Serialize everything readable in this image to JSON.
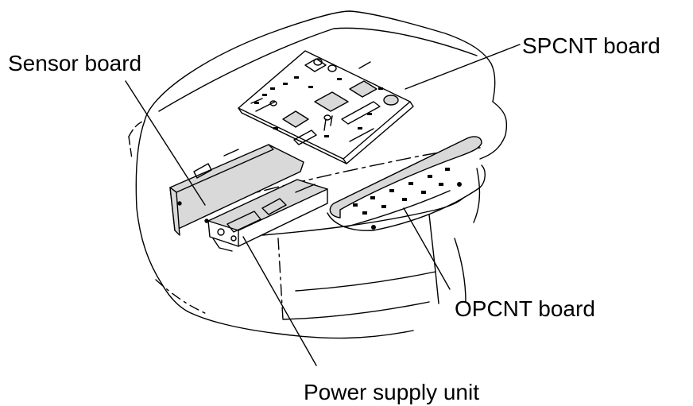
{
  "labels": {
    "sensor_board": "Sensor board",
    "spcnt_board": "SPCNT board",
    "opcnt_board": "OPCNT board",
    "power_supply_unit": "Power supply unit"
  },
  "colors": {
    "line": "#000000",
    "board_fill": "#d9d9d9",
    "background": "#ffffff"
  }
}
